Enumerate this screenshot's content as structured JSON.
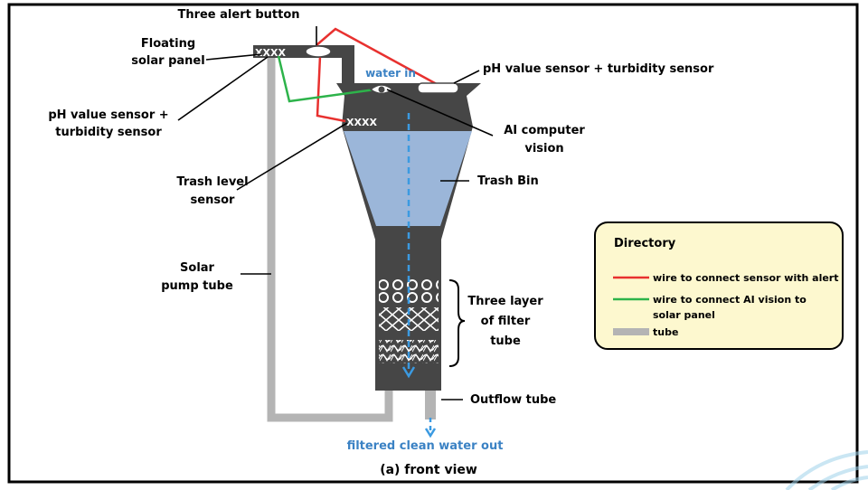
{
  "labels": {
    "three_alert_button": "Three alert button",
    "floating_solar_panel": [
      "Floating",
      "solar panel"
    ],
    "ph_sensor_top": "pH value sensor + turbidity sensor",
    "ph_sensor_left": [
      "pH value sensor +",
      "turbidity sensor"
    ],
    "water_in": "water in",
    "ai_vision": [
      "AI computer",
      "vision"
    ],
    "trash_level_sensor": [
      "Trash level",
      "sensor"
    ],
    "trash_bin": "Trash Bin",
    "solar_pump_tube": [
      "Solar",
      "pump tube"
    ],
    "three_layer_filter": [
      "Three layer",
      "of filter",
      "tube"
    ],
    "outflow_tube": "Outflow tube",
    "filtered_out": "filtered clean water out",
    "caption": "(a) front view",
    "panel_marks": "XXXX",
    "sensor_marks": "XXXX"
  },
  "directory": {
    "title": "Directory",
    "items": [
      {
        "label": "wire to connect sensor with alert",
        "color": "#e8312f",
        "kind": "line"
      },
      {
        "label": [
          "wire to connect AI vision to",
          "solar panel"
        ],
        "color": "#2db34a",
        "kind": "line"
      },
      {
        "label": "tube",
        "color": "#b4b4b4",
        "kind": "bar"
      }
    ]
  },
  "colors": {
    "body": "#464646",
    "water": "#9bb6d9",
    "tube": "#b4b4b4",
    "red_wire": "#e8312f",
    "green_wire": "#2db34a",
    "flow_arrow": "#3b9ae1",
    "legend_bg": "#fdf8cf"
  }
}
